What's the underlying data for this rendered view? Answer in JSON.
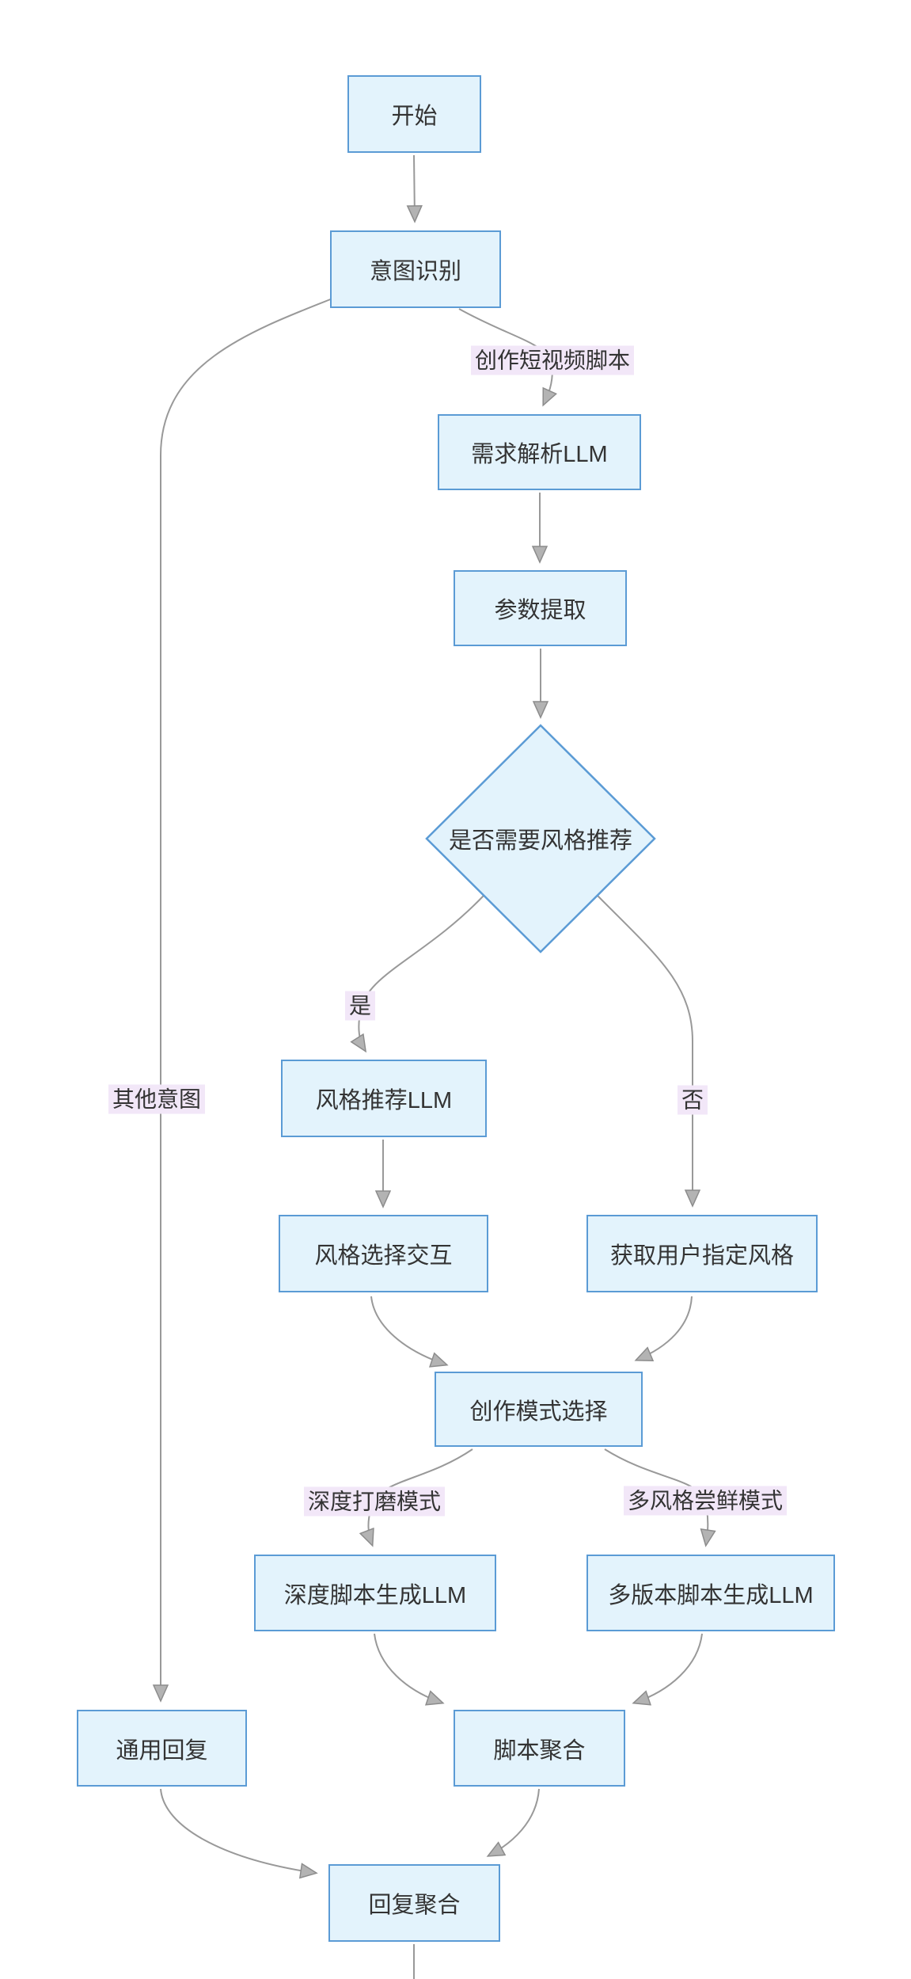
{
  "diagram": {
    "background": "#ffffff",
    "node_fill": "#e3f3fc",
    "node_stroke": "#5b9bd5",
    "edge_color": "#999999",
    "edge_label_bg": "#f2e7f8",
    "text_color": "#333333"
  },
  "nodes": {
    "start": {
      "label": "开始",
      "type": "rect"
    },
    "intent": {
      "label": "意图识别",
      "type": "rect"
    },
    "parse": {
      "label": "需求解析LLM",
      "type": "rect"
    },
    "params": {
      "label": "参数提取",
      "type": "rect"
    },
    "decision": {
      "label": "是否需要风格推荐",
      "type": "diamond"
    },
    "style_rec": {
      "label": "风格推荐LLM",
      "type": "rect"
    },
    "style_choose": {
      "label": "风格选择交互",
      "type": "rect"
    },
    "user_style": {
      "label": "获取用户指定风格",
      "type": "rect"
    },
    "mode_select": {
      "label": "创作模式选择",
      "type": "rect"
    },
    "deep_gen": {
      "label": "深度脚本生成LLM",
      "type": "rect"
    },
    "multi_gen": {
      "label": "多版本脚本生成LLM",
      "type": "rect"
    },
    "generic_reply": {
      "label": "通用回复",
      "type": "rect"
    },
    "script_agg": {
      "label": "脚本聚合",
      "type": "rect"
    },
    "reply_agg": {
      "label": "回复聚合",
      "type": "rect"
    }
  },
  "edge_labels": {
    "create_script": "创作短视频脚本",
    "other_intent": "其他意图",
    "yes": "是",
    "no": "否",
    "deep_mode": "深度打磨模式",
    "multi_mode": "多风格尝鲜模式"
  }
}
